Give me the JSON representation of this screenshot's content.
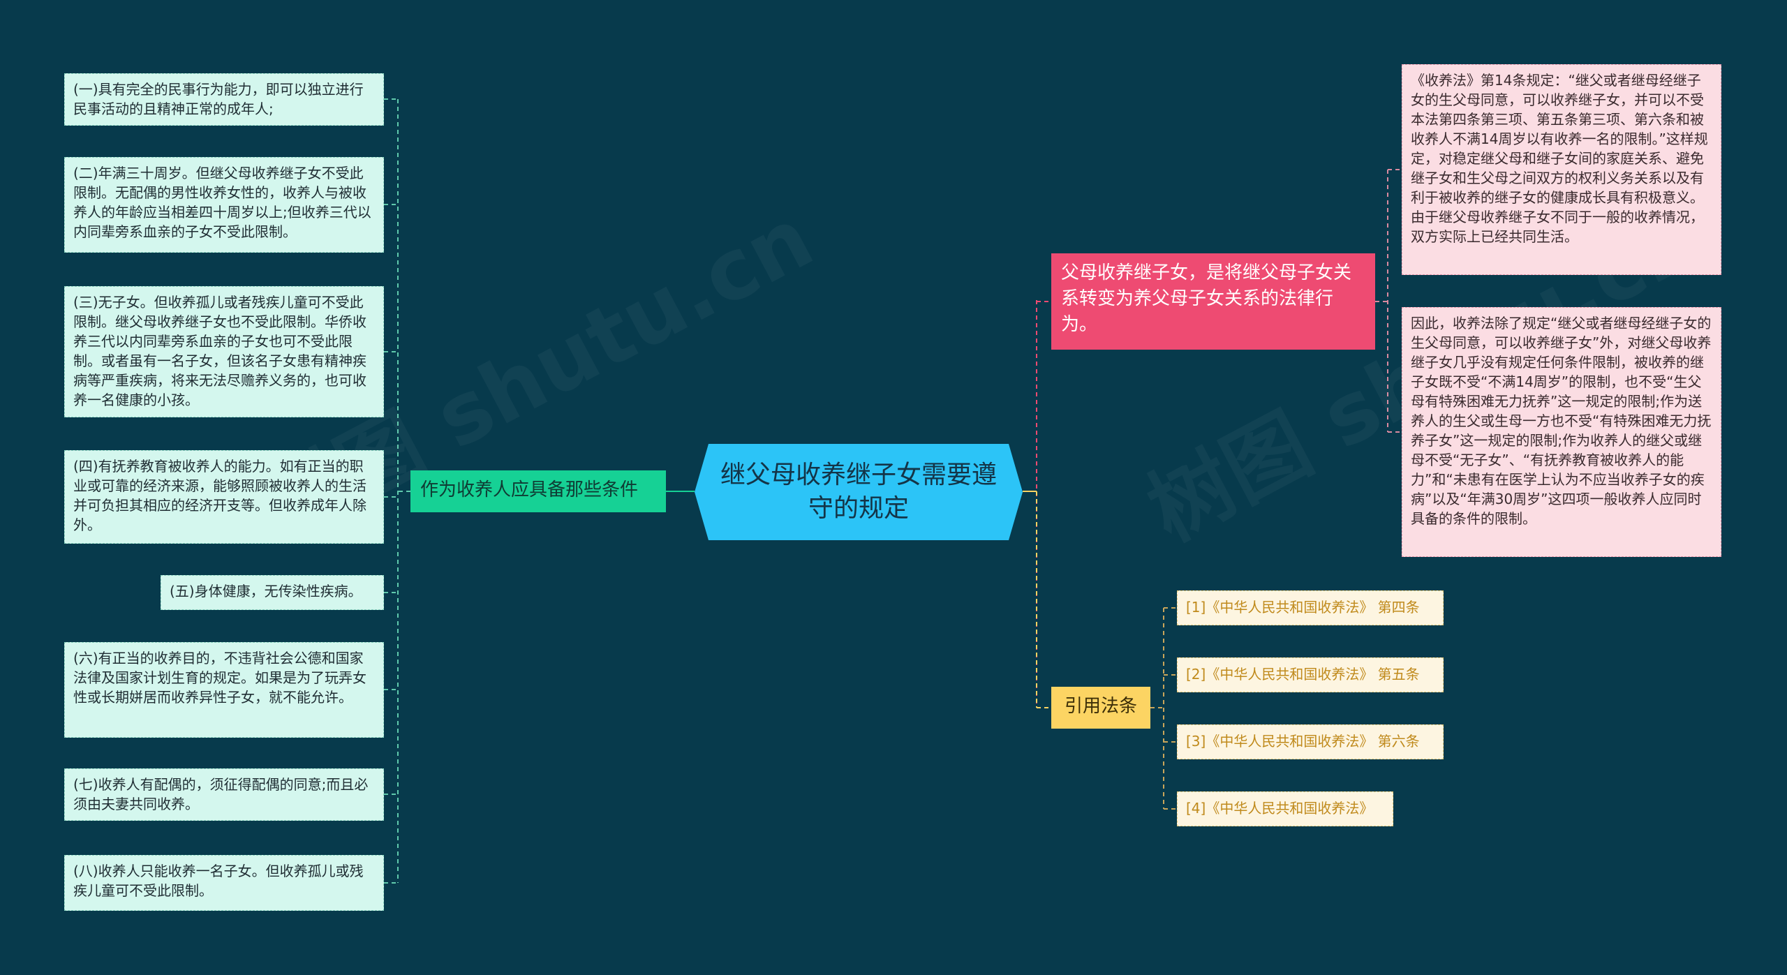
{
  "root": {
    "label": "继父母收养继子女需要遵守的规定"
  },
  "left_branch": {
    "label": "作为收养人应具备那些条件",
    "items": [
      "(一)具有完全的民事行为能力，即可以独立进行民事活动的且精神正常的成年人;",
      "(二)年满三十周岁。但继父母收养继子女不受此限制。无配偶的男性收养女性的，收养人与被收养人的年龄应当相差四十周岁以上;但收养三代以内同辈旁系血亲的子女不受此限制。",
      "(三)无子女。但收养孤儿或者残疾儿童可不受此限制。继父母收养继子女也不受此限制。华侨收养三代以内同辈旁系血亲的子女也可不受此限制。或者虽有一名子女，但该名子女患有精神疾病等严重疾病，将来无法尽赡养义务的，也可收养一名健康的小孩。",
      "(四)有抚养教育被收养人的能力。如有正当的职业或可靠的经济来源，能够照顾被收养人的生活并可负担其相应的经济开支等。但收养成年人除外。",
      "(五)身体健康，无传染性疾病。",
      "(六)有正当的收养目的，不违背社会公德和国家法律及国家计划生育的规定。如果是为了玩弄女性或长期姘居而收养异性子女，就不能允许。",
      "(七)收养人有配偶的，须征得配偶的同意;而且必须由夫妻共同收养。",
      "(八)收养人只能收养一名子女。但收养孤儿或残疾儿童可不受此限制。"
    ]
  },
  "right_branch_1": {
    "label": "父母收养继子女，是将继父母子女关系转变为养父母子女关系的法律行为。",
    "items": [
      "《收养法》第14条规定：“继父或者继母经继子女的生父母同意，可以收养继子女，并可以不受本法第四条第三项、第五条第三项、第六条和被收养人不满14周岁以有收养一名的限制。”这样规定，对稳定继父母和继子女间的家庭关系、避免继子女和生父母之间双方的权利义务关系以及有利于被收养的继子女的健康成长具有积极意义。由于继父母收养继子女不同于一般的收养情况，双方实际上已经共同生活。",
      "因此，收养法除了规定“继父或者继母经继子女的生父母同意，可以收养继子女”外，对继父母收养继子女几乎没有规定任何条件限制，被收养的继子女既不受“不满14周岁”的限制，也不受“生父母有特殊困难无力抚养”这一规定的限制;作为送养人的生父或生母一方也不受“有特殊困难无力抚养子女”这一规定的限制;作为收养人的继父或继母不受“无子女”、“有抚养教育被收养人的能力”和“未患有在医学上认为不应当收养子女的疾病”以及“年满30周岁”这四项一般收养人应同时具备的条件的限制。"
    ]
  },
  "right_branch_2": {
    "label": "引用法条",
    "items": [
      "[1]《中华人民共和国收养法》 第四条",
      "[2]《中华人民共和国收养法》 第五条",
      "[3]《中华人民共和国收养法》 第六条",
      "[4]《中华人民共和国收养法》"
    ]
  },
  "colors": {
    "background": "#073a4c",
    "root": "#2cc4f7",
    "green": "#16d195",
    "red": "#ee4b72",
    "yellow": "#fcd463",
    "leaf_green": "#d4f7ee",
    "leaf_pink": "#fbdde3",
    "leaf_yellow": "#fdf5e1"
  }
}
